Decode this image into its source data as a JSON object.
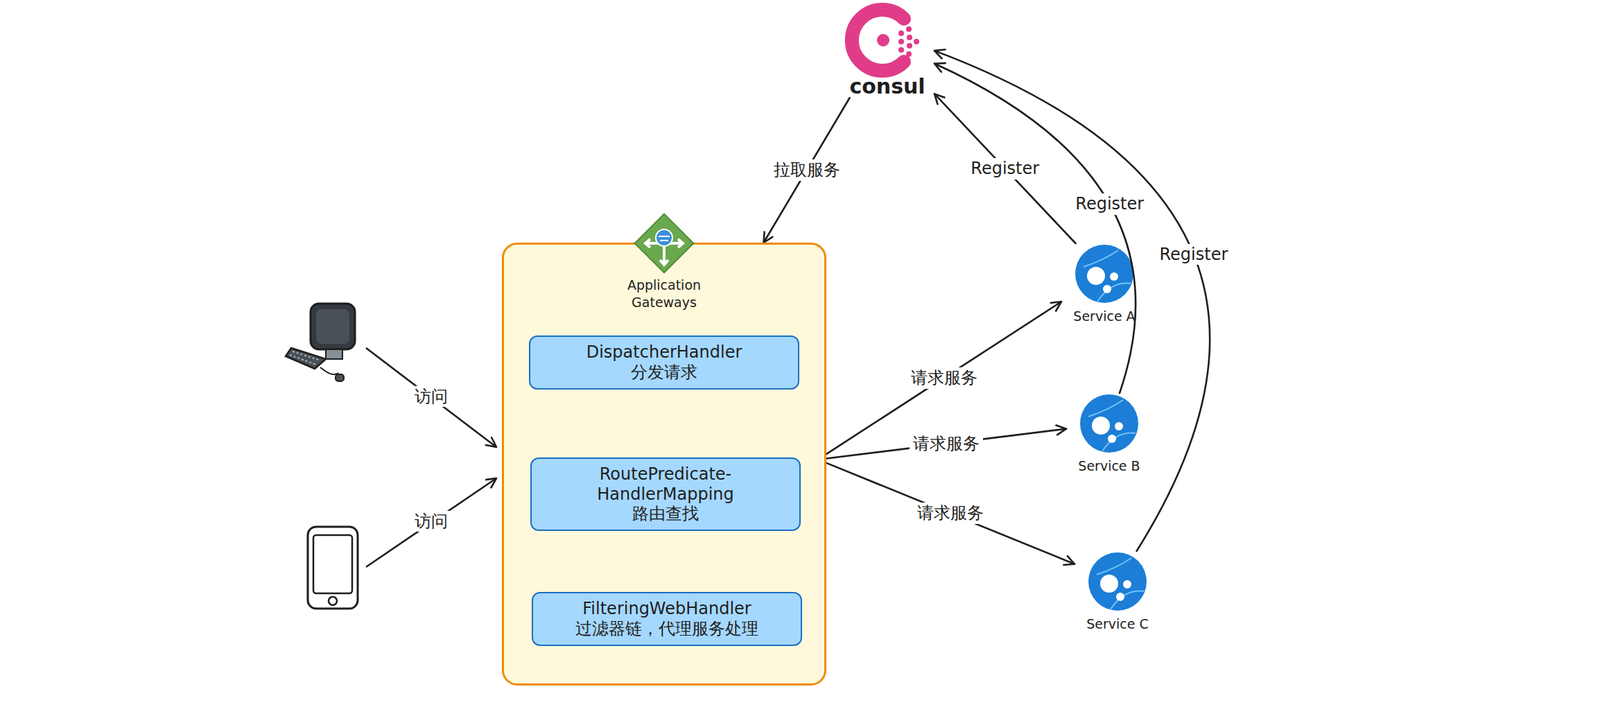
{
  "diagram": {
    "nodes": [
      {
        "text": [
          "consul"
        ]
      },
      {
        "text": [
          "Application Gateways"
        ]
      },
      {
        "text": [
          "DispatcherHandler",
          "分发请求"
        ],
        "in": 1
      },
      {
        "text": [
          "RoutePredicate- HandlerMapping",
          "路由查找"
        ],
        "in": 1
      },
      {
        "text": [
          "FilteringWebHandler",
          "过滤器链，代理服务处理"
        ],
        "in": 1
      },
      {
        "text": [
          "Service A"
        ]
      },
      {
        "text": [
          "Service B"
        ]
      },
      {
        "text": [
          "Service C"
        ]
      }
    ],
    "edges": [
      {
        "from": 0,
        "to": 1,
        "label": "拉取服务",
        "arrow": "to"
      },
      {
        "from": 5,
        "to": 0,
        "label": "Register",
        "arrow": "to"
      },
      {
        "from": 6,
        "to": 0,
        "label": "Register",
        "arrow": "to"
      },
      {
        "from": 7,
        "to": 0,
        "label": "Register",
        "arrow": "to"
      },
      {
        "from": 1,
        "to": 5,
        "label": "请求服务",
        "arrow": "to"
      },
      {
        "from": 1,
        "to": 6,
        "label": "请求服务",
        "arrow": "to"
      },
      {
        "from": 1,
        "to": 7,
        "label": "请求服务",
        "arrow": "to"
      }
    ],
    "labels": [
      "访问",
      "访问"
    ]
  }
}
